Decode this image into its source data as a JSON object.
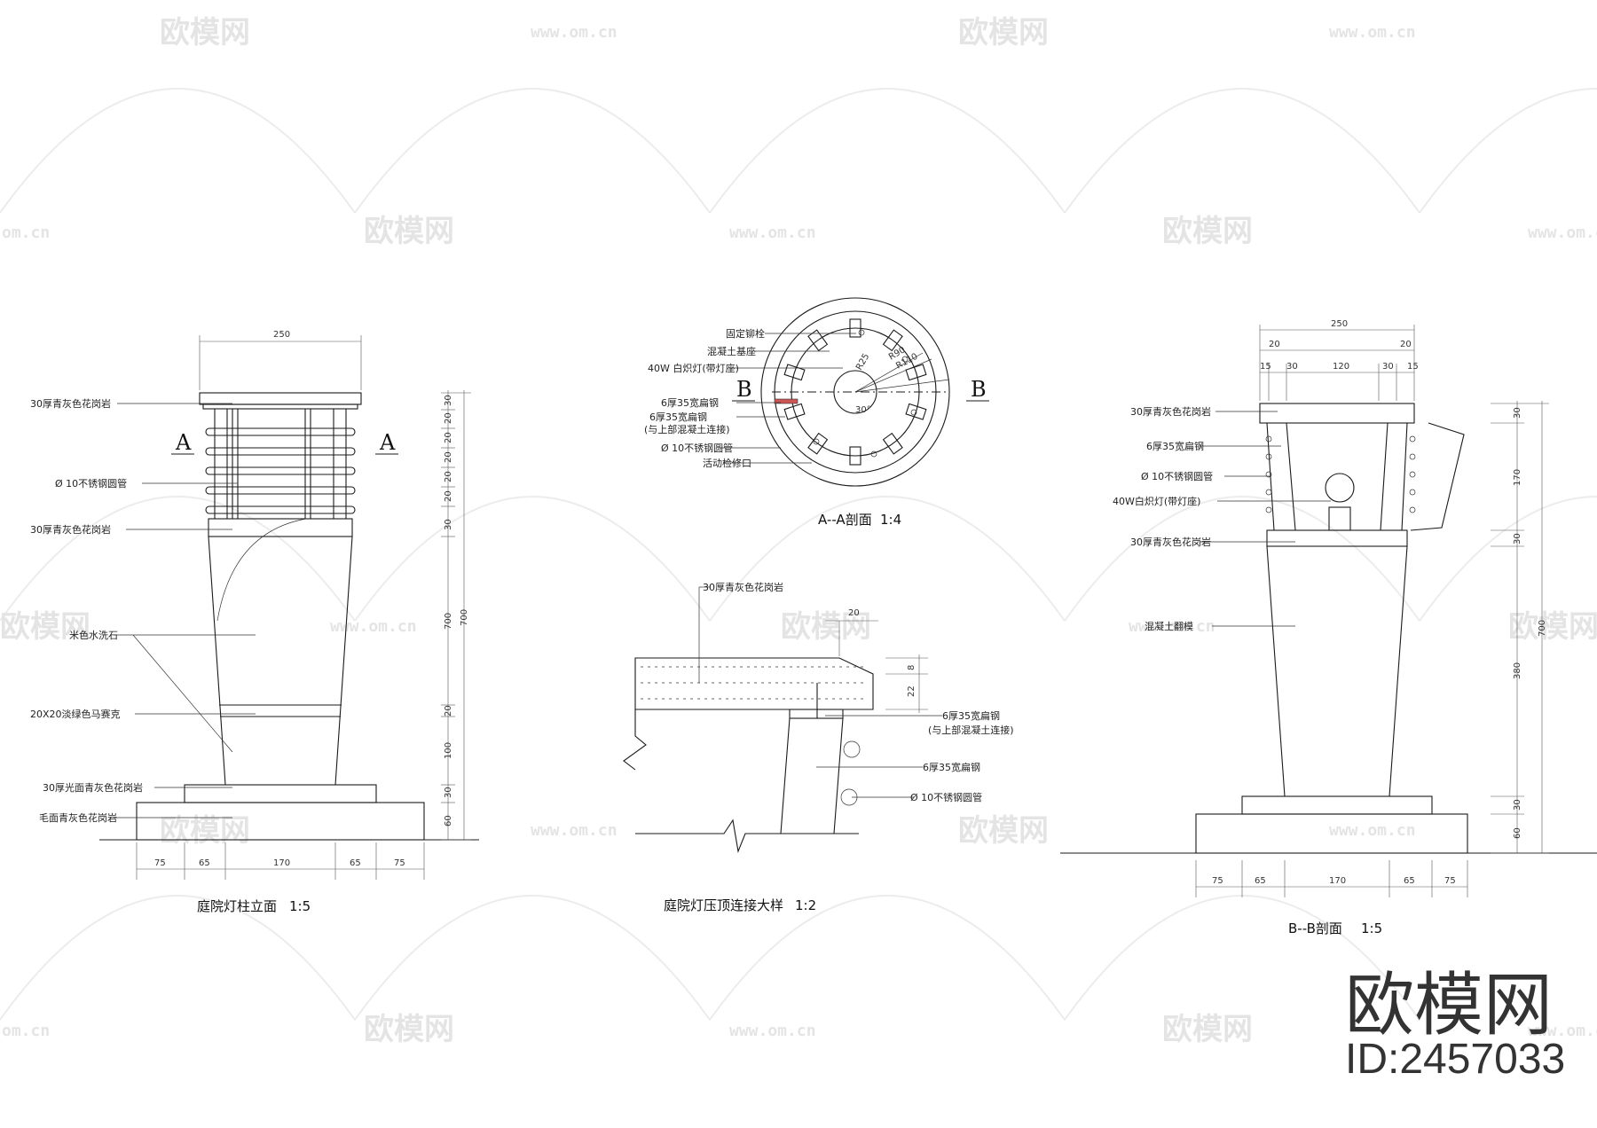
{
  "watermark": {
    "brand": "欧模网",
    "url": "www.om.cn",
    "url_short": "om.cn"
  },
  "brand": {
    "name": "欧模网",
    "id": "ID:2457033"
  },
  "elevation": {
    "title": "庭院灯柱立面",
    "scale": "1:5",
    "section_mark": "A",
    "labels": {
      "cap": "30厚青灰色花岗岩",
      "tube": "Ø  10不锈钢圆管",
      "ring": "30厚青灰色花岗岩",
      "body": "米色水洗石",
      "band": "20X20淡绿色马赛克",
      "base1": "30厚光面青灰色花岗岩",
      "base2": "毛面青灰色花岗岩"
    },
    "top_dim": "250",
    "right_dims": [
      "30",
      "20",
      "20",
      "20",
      "20",
      "20",
      "30",
      "700",
      "20",
      "100",
      "30",
      "60"
    ],
    "right_total": "700",
    "bottom_dims": [
      "75",
      "65",
      "170",
      "65",
      "75"
    ]
  },
  "section_aa": {
    "title": "A--A剖面",
    "scale": "1:4",
    "section_mark": "B",
    "labels": {
      "bolt": "固定铆栓",
      "base": "混凝土基座",
      "lamp": "40W 白炽灯(带灯座)",
      "flat1": "6厚35宽扁钢",
      "flat2": "6厚35宽扁钢",
      "flat2_note": "(与上部混凝土连接)",
      "tube": "Ø  10不锈钢圆管",
      "hatch": "活动检修口"
    },
    "radii": [
      "R25",
      "R90",
      "R110"
    ],
    "angle": "30°"
  },
  "detail": {
    "title": "庭院灯压顶连接大样",
    "scale": "1:2",
    "labels": {
      "cap": "30厚青灰色花岗岩",
      "flat1": "6厚35宽扁钢",
      "flat1_note": "(与上部混凝土连接)",
      "flat2": "6厚35宽扁钢",
      "tube": "Ø  10不锈钢圆管"
    },
    "dims": [
      "20",
      "8",
      "22"
    ]
  },
  "section_bb": {
    "title": "B--B剖面",
    "scale": "1:5",
    "labels": {
      "cap": "30厚青灰色花岗岩",
      "flat": "6厚35宽扁钢",
      "tube": "Ø  10不锈钢圆管",
      "lamp": "40W白炽灯(带灯座)",
      "ring": "30厚青灰色花岗岩",
      "body": "混凝土翻模"
    },
    "top_dim": "250",
    "top_sub": [
      "20",
      "20"
    ],
    "top_parts": [
      "15",
      "30",
      "120",
      "30",
      "15"
    ],
    "right_dims": [
      "30",
      "170",
      "30",
      "380",
      "30",
      "60"
    ],
    "right_total": "700",
    "bottom_dims": [
      "75",
      "65",
      "170",
      "65",
      "75"
    ]
  }
}
